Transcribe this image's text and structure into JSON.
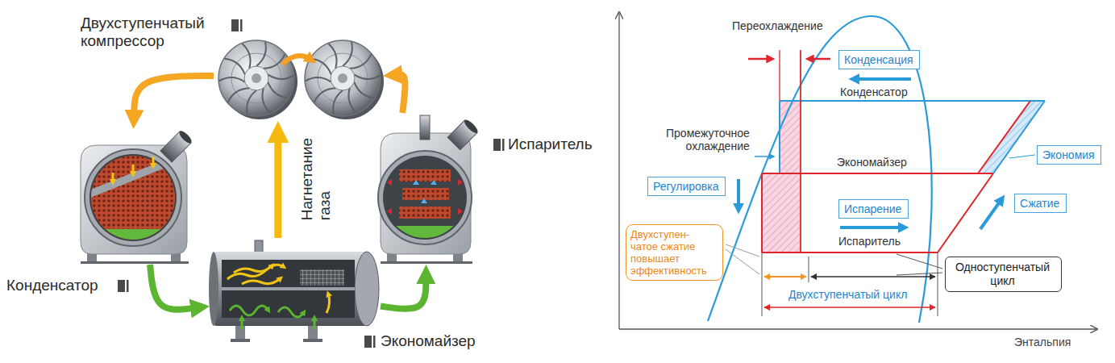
{
  "diagram": {
    "nodes": [
      {
        "text": [
          "Двухступенчатый компрессор"
        ]
      },
      {
        "text": [
          "Испаритель"
        ]
      },
      {
        "text": [
          "Конденсатор"
        ]
      },
      {
        "text": [
          "Экономайзер"
        ]
      },
      {
        "text": [
          "Конденсация"
        ]
      },
      {
        "text": [
          "Экономия"
        ]
      },
      {
        "text": [
          "Регулировка"
        ]
      },
      {
        "text": [
          "Испарение"
        ]
      },
      {
        "text": [
          "Сжатие"
        ]
      },
      {
        "text": [
          "Двухступен- чатое сжатие повышает эффективность"
        ]
      },
      {
        "text": [
          "Одноступенчатый цикл"
        ]
      }
    ],
    "edges": [
      {
        "from": 1,
        "to": 0,
        "arrow": "to"
      },
      {
        "from": 0,
        "to": 2,
        "arrow": "to"
      },
      {
        "from": 2,
        "to": 3,
        "arrow": "to"
      },
      {
        "from": 3,
        "to": 1,
        "arrow": "to"
      },
      {
        "from": 3,
        "to": 0,
        "arrow": "to",
        "label": "Нагнетание газа"
      }
    ],
    "labels": [
      "Переохлаждение",
      "Конденсатор",
      "Промежуточное охлаждение",
      "Экономайзер",
      "Испаритель",
      "Двухступенчатый цикл",
      "Энтальпия"
    ]
  }
}
